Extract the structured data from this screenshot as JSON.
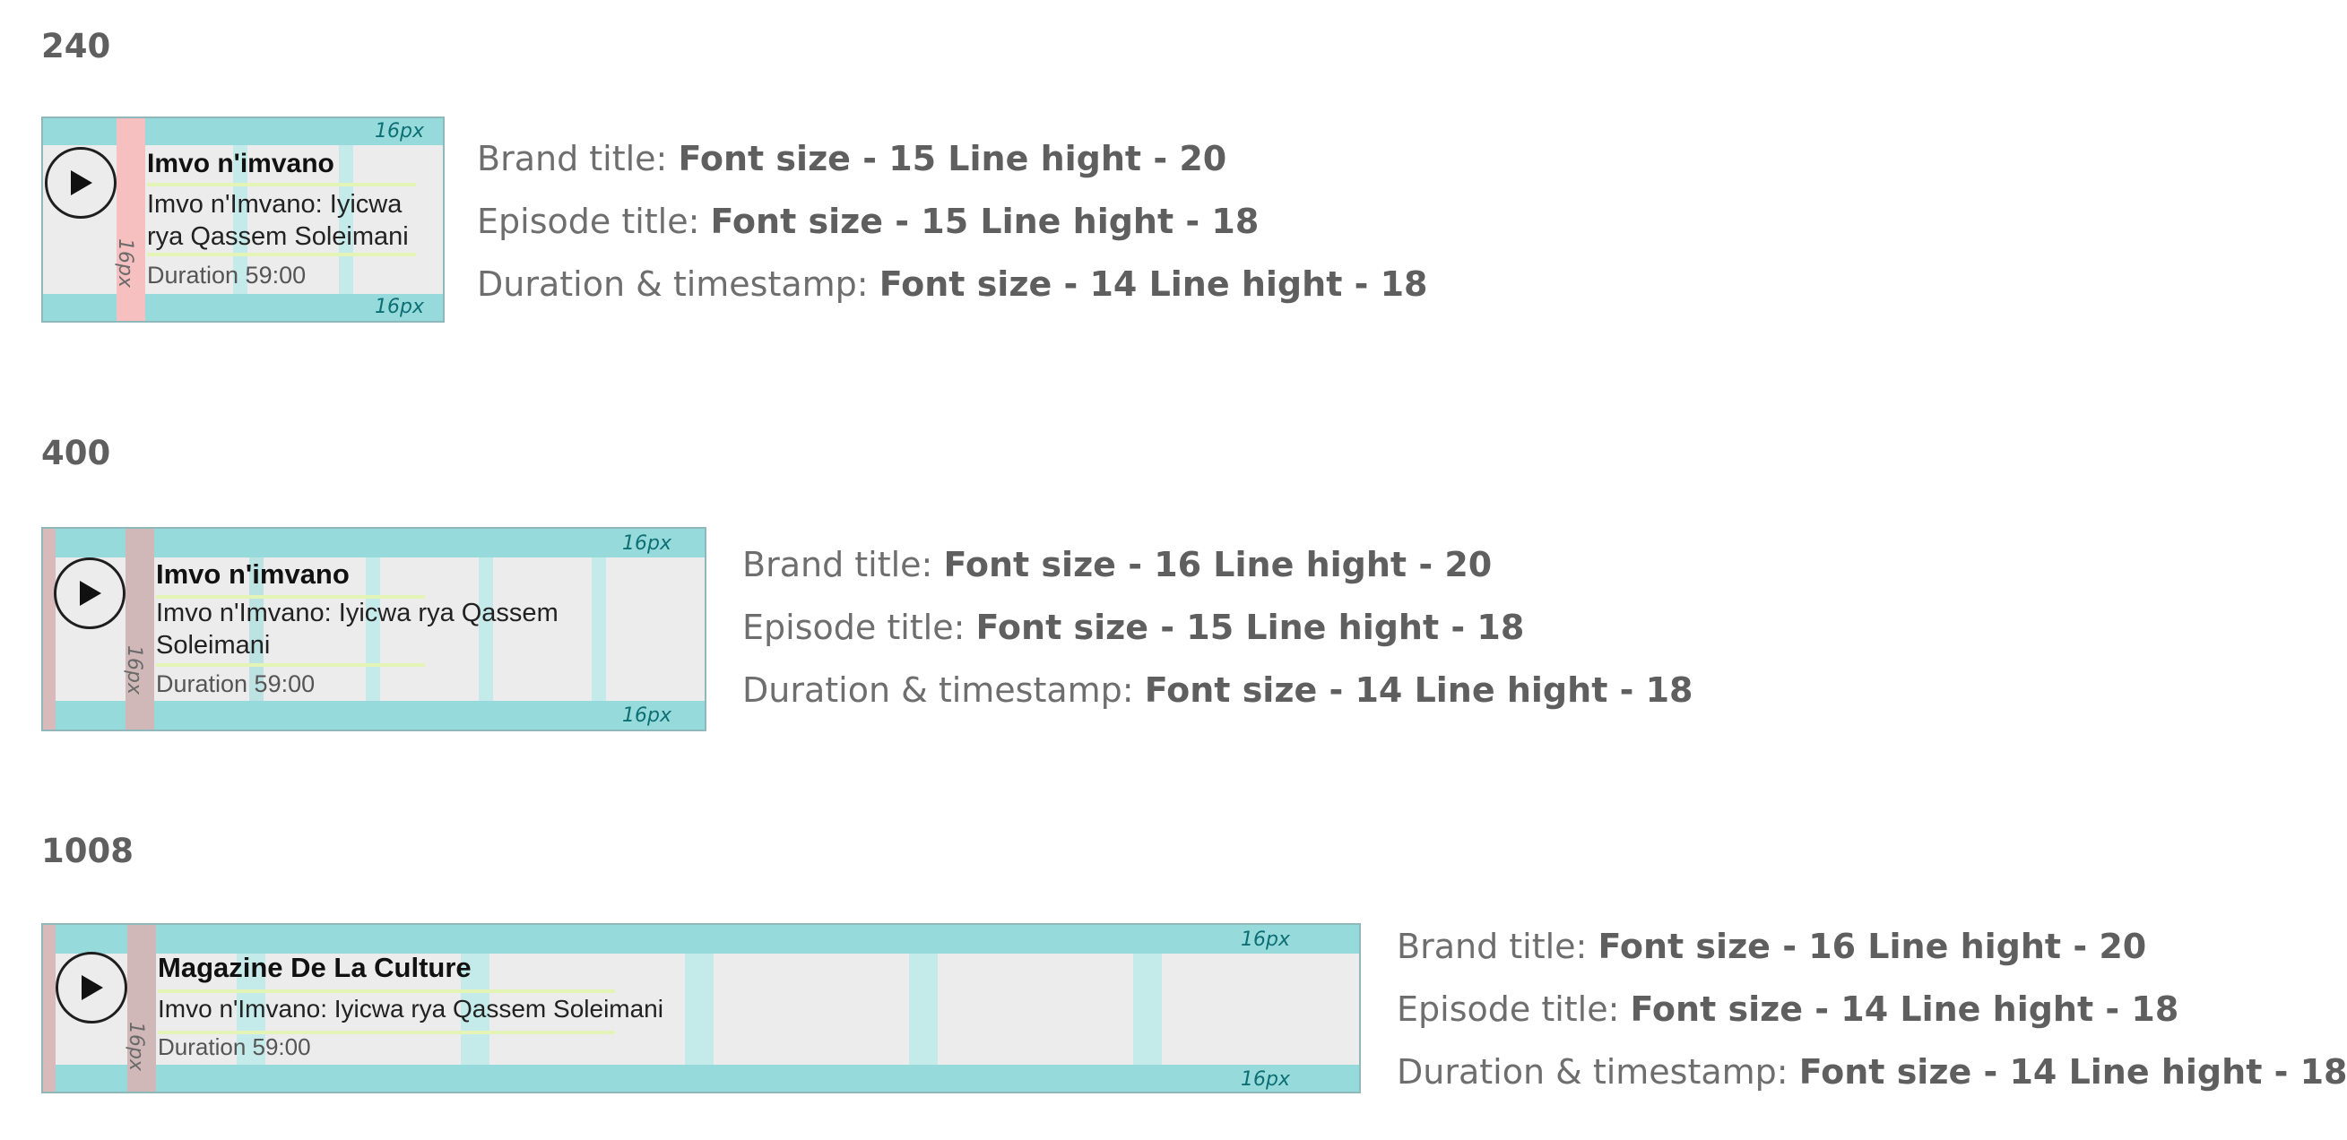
{
  "sections": [
    {
      "breakpoint": "240",
      "card": {
        "brand_title": "Imvo n'imvano",
        "episode_title": "Imvo n'Imvano: Iyicwa rya Qassem Soleimani",
        "duration": "Duration 59:00",
        "padding_label": "16px"
      },
      "specs": [
        {
          "label": "Brand title:",
          "value": "Font size - 15 Line hight - 20"
        },
        {
          "label": "Episode title:",
          "value": "Font size - 15 Line hight - 18"
        },
        {
          "label": "Duration & timestamp:",
          "value": "Font size - 14 Line hight - 18"
        }
      ]
    },
    {
      "breakpoint": "400",
      "card": {
        "brand_title": "Imvo n'imvano",
        "episode_title": "Imvo n'Imvano: Iyicwa rya Qassem Soleimani",
        "duration": "Duration 59:00",
        "padding_label": "16px"
      },
      "specs": [
        {
          "label": "Brand title:",
          "value": "Font size - 16 Line hight - 20"
        },
        {
          "label": "Episode title:",
          "value": "Font size - 15 Line hight - 18"
        },
        {
          "label": "Duration & timestamp:",
          "value": "Font size - 14 Line hight - 18"
        }
      ]
    },
    {
      "breakpoint": "1008",
      "card": {
        "brand_title": "Magazine De La Culture",
        "episode_title": "Imvo n'Imvano: Iyicwa rya Qassem Soleimani",
        "duration": "Duration 59:00",
        "padding_label": "16px"
      },
      "specs": [
        {
          "label": "Brand title:",
          "value": "Font size - 16 Line hight - 20"
        },
        {
          "label": "Episode title:",
          "value": "Font size - 14 Line hight - 18"
        },
        {
          "label": "Duration & timestamp:",
          "value": "Font size - 14 Line hight - 18"
        }
      ]
    }
  ],
  "icons": {
    "play": "play-icon"
  },
  "colors": {
    "band": "#97dadb",
    "gutter": "#f7c0c0",
    "guide": "#e4f4b6",
    "card": "#ececec"
  }
}
